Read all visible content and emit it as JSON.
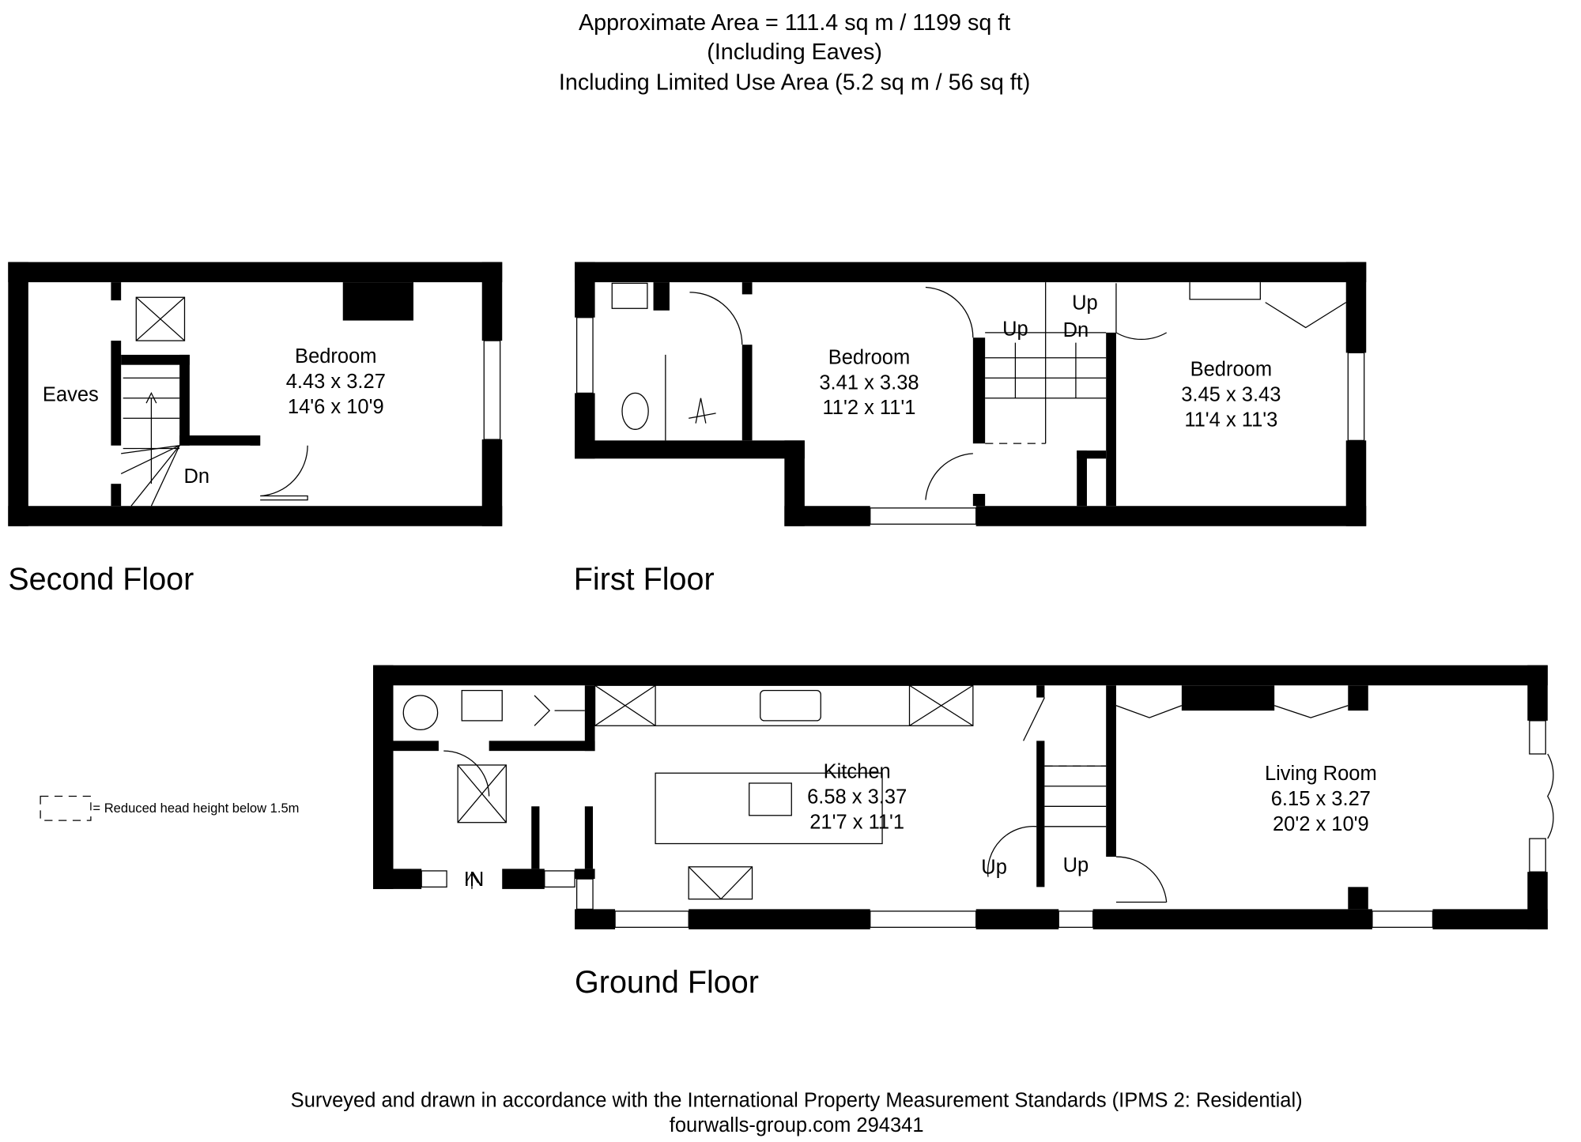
{
  "header": {
    "line1": "Approximate  Area = 111.4 sq m / 1199 sq ft",
    "line2": "(Including Eaves)",
    "line3": "Including Limited Use Area (5.2 sq m / 56 sq ft)"
  },
  "second_floor": {
    "title": "Second Floor",
    "eaves": "Eaves",
    "bedroom": {
      "name": "Bedroom",
      "metric": "4.43 x 3.27",
      "imperial": "14'6 x 10'9"
    },
    "stairs_label": "Dn"
  },
  "first_floor": {
    "title": "First Floor",
    "bedroom1": {
      "name": "Bedroom",
      "metric": "3.41 x 3.38",
      "imperial": "11'2 x 11'1"
    },
    "bedroom2": {
      "name": "Bedroom",
      "metric": "3.45 x 3.43",
      "imperial": "11'4 x 11'3"
    },
    "up1": "Up",
    "up2": "Up",
    "dn": "Dn"
  },
  "ground_floor": {
    "title": "Ground Floor",
    "kitchen": {
      "name": "Kitchen",
      "metric": "6.58 x 3.37",
      "imperial": "21'7 x 11'1"
    },
    "living": {
      "name": "Living Room",
      "metric": "6.15 x 3.27",
      "imperial": "20'2 x 10'9"
    },
    "up1": "Up",
    "up2": "Up",
    "entrance": "IN"
  },
  "legend": {
    "text": "= Reduced head height below 1.5m"
  },
  "footer": {
    "line1": "Surveyed and drawn in accordance with the International Property Measurement Standards (IPMS 2: Residential)",
    "line2": "fourwalls-group.com 294341"
  }
}
